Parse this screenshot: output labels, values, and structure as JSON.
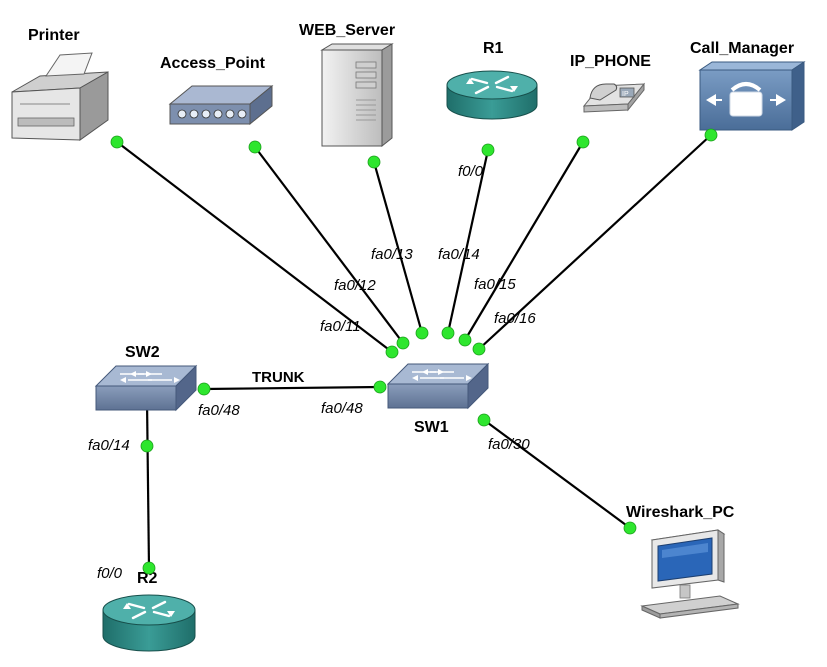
{
  "devices": {
    "printer": "Printer",
    "access_point": "Access_Point",
    "web_server": "WEB_Server",
    "r1": "R1",
    "ip_phone": "IP_PHONE",
    "call_manager": "Call_Manager",
    "sw1": "SW1",
    "sw2": "SW2",
    "r2": "R2",
    "wireshark_pc": "Wireshark_PC"
  },
  "ports": {
    "sw1_fa0_11": "fa0/11",
    "sw1_fa0_12": "fa0/12",
    "sw1_fa0_13": "fa0/13",
    "sw1_fa0_14": "fa0/14",
    "sw1_fa0_15": "fa0/15",
    "sw1_fa0_16": "fa0/16",
    "r1_f0_0": "f0/0",
    "sw1_fa0_48": "fa0/48",
    "sw2_fa0_48": "fa0/48",
    "sw2_fa0_14": "fa0/14",
    "r2_f0_0": "f0/0",
    "sw1_fa0_30": "fa0/30"
  },
  "links": {
    "trunk": "TRUNK"
  },
  "icons": {
    "printer": "printer-icon",
    "access_point": "access-point-icon",
    "web_server": "server-icon",
    "router": "router-icon",
    "ip_phone": "ip-phone-icon",
    "call_manager": "call-manager-icon",
    "switch": "switch-icon",
    "pc": "pc-icon"
  },
  "phone_badge": "IP",
  "colors": {
    "port_dot": "#2ee62e",
    "router": "#2f8f8a",
    "switch": "#7b90ad",
    "call_manager": "#5b7fa8"
  }
}
